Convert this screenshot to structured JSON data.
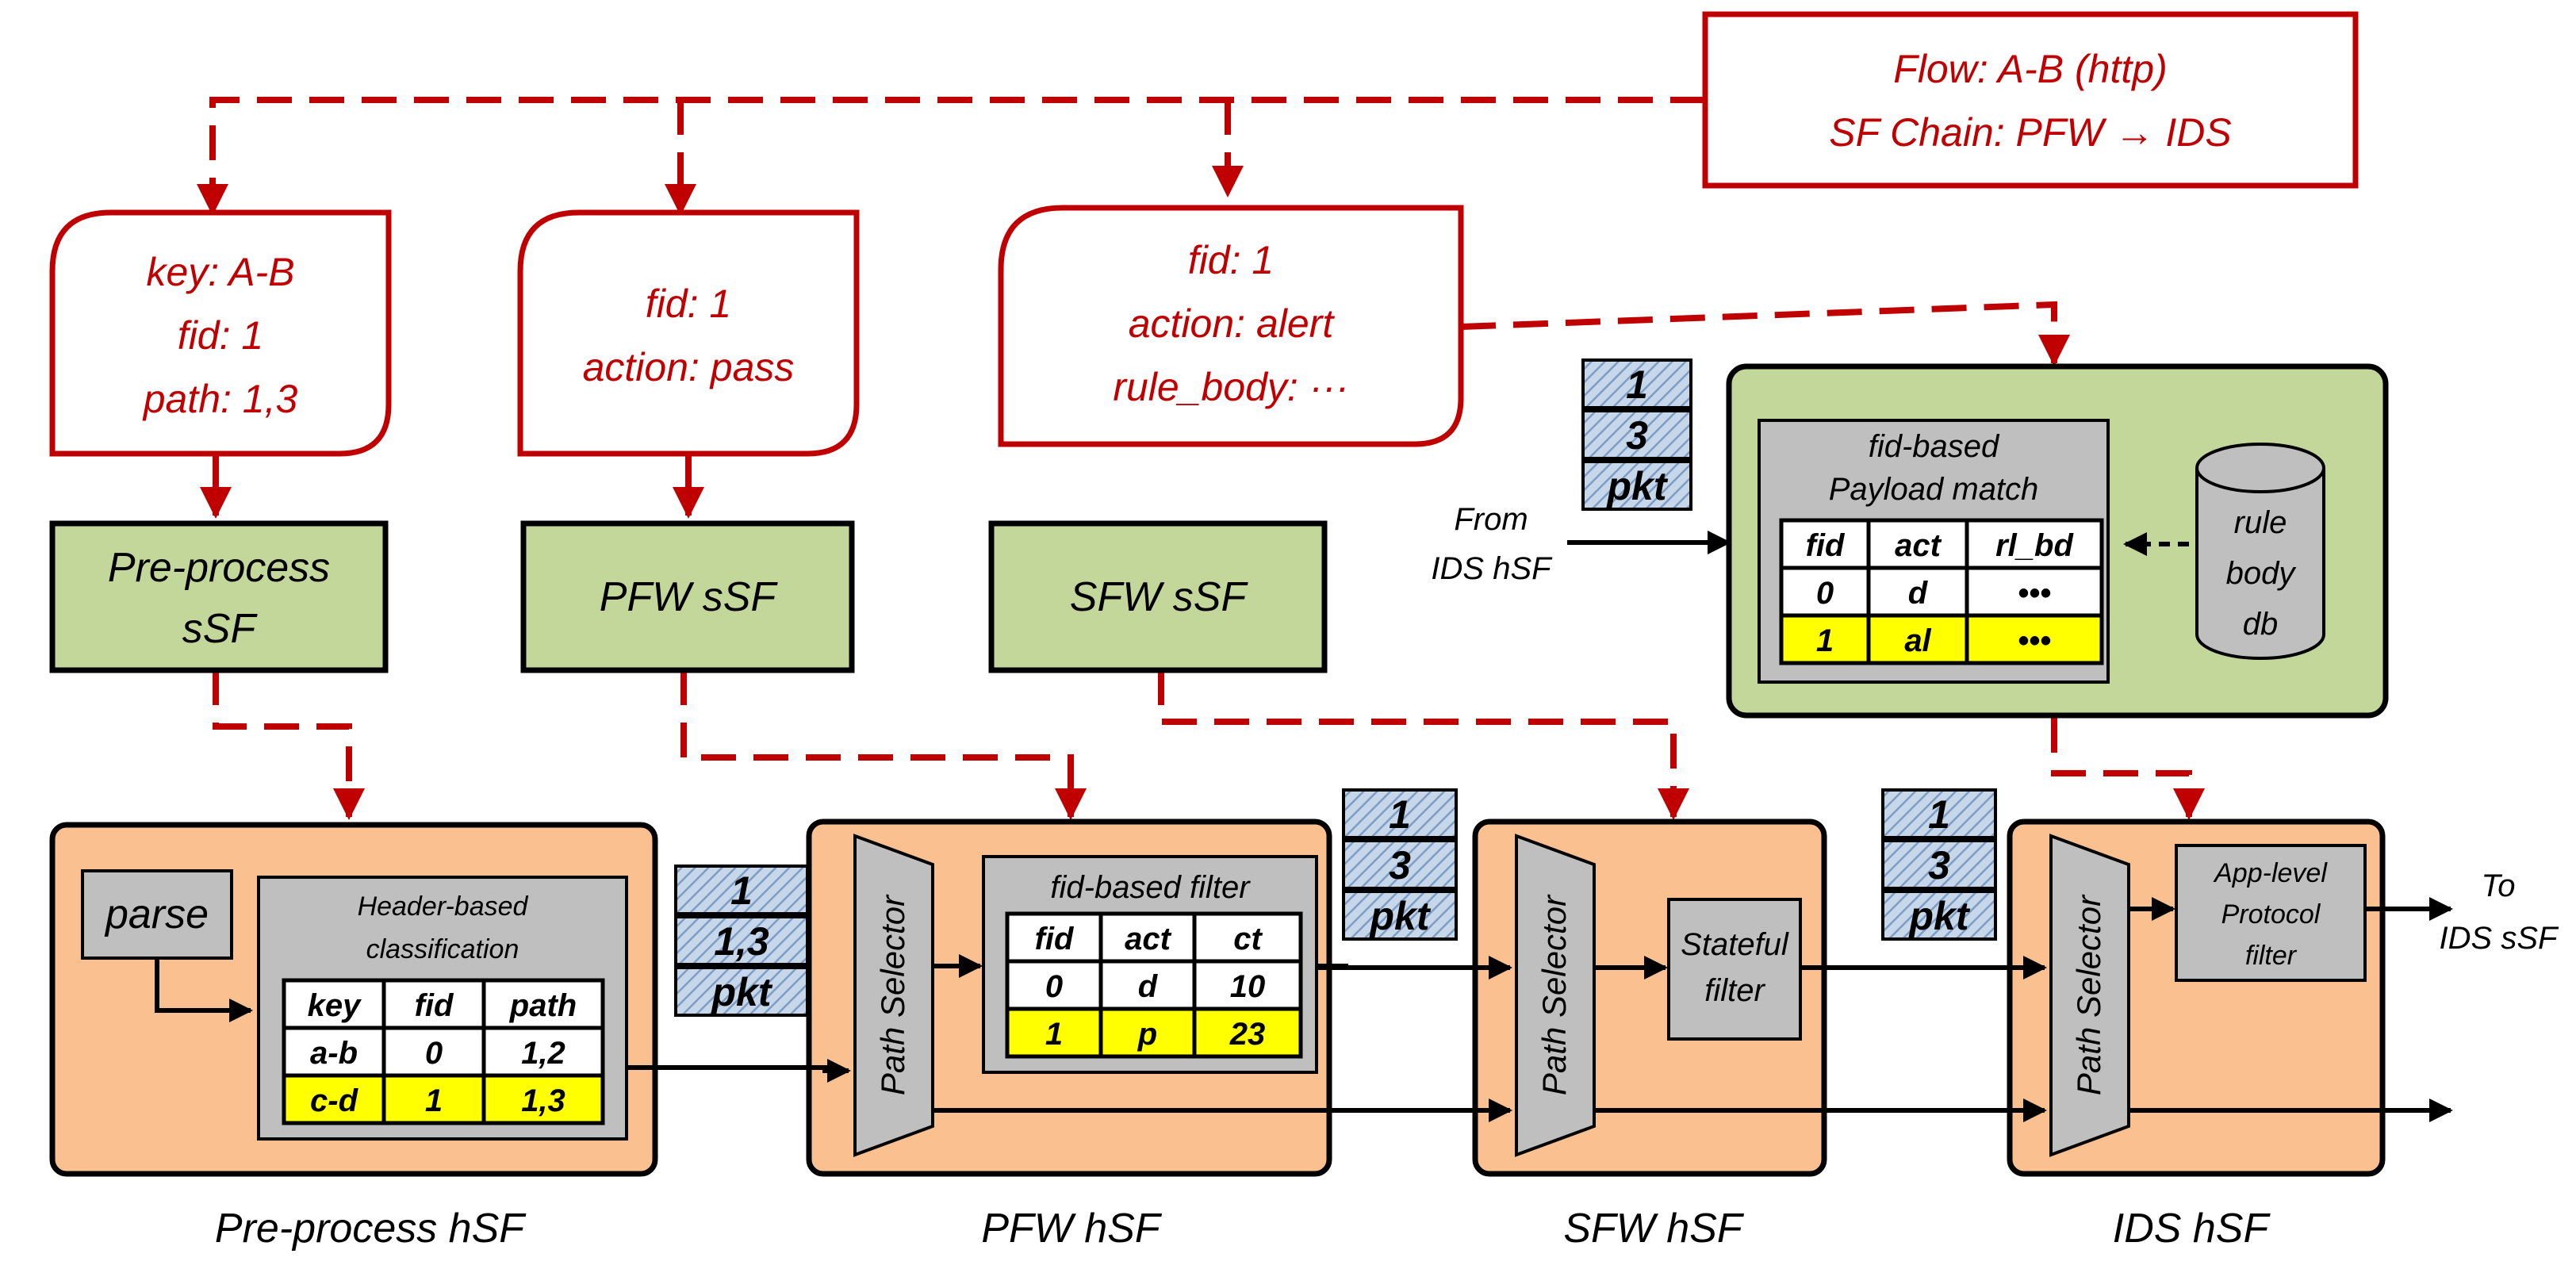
{
  "flow_box": {
    "line1": "Flow: A-B (http)",
    "line2": "SF Chain: PFW → IDS"
  },
  "tags": {
    "preprocess": [
      "key: A-B",
      "fid: 1",
      "path: 1,3"
    ],
    "pfw": [
      "fid: 1",
      "action: pass"
    ],
    "ids": [
      "fid: 1",
      "action: alert",
      "rule_body: ···"
    ]
  },
  "ssf": {
    "preprocess": [
      "Pre-process",
      "sSF"
    ],
    "pfw": "PFW sSF",
    "sfw": "SFW sSF"
  },
  "ids_ssf": {
    "title": [
      "fid-based",
      "Payload match"
    ],
    "headers": [
      "fid",
      "act",
      "rl_bd"
    ],
    "rows": [
      [
        "0",
        "d",
        "•••"
      ],
      [
        "1",
        "al",
        "•••"
      ]
    ],
    "db_label": [
      "rule",
      "body",
      "db"
    ],
    "from_label": [
      "From",
      "IDS hSF"
    ]
  },
  "stacks": {
    "top": [
      "1",
      "3",
      "pkt"
    ],
    "pre_to_pfw": [
      "1",
      "1,3",
      "pkt"
    ],
    "pfw_to_sfw": [
      "1",
      "3",
      "pkt"
    ],
    "sfw_to_ids": [
      "1",
      "3",
      "pkt"
    ]
  },
  "preprocess_hsf": {
    "parse": "parse",
    "title": [
      "Header-based",
      "classification"
    ],
    "headers": [
      "key",
      "fid",
      "path"
    ],
    "rows": [
      [
        "a-b",
        "0",
        "1,2"
      ],
      [
        "c-d",
        "1",
        "1,3"
      ]
    ],
    "label": "Pre-process hSF"
  },
  "pfw_hsf": {
    "path_selector": "Path Selector",
    "title": "fid-based filter",
    "headers": [
      "fid",
      "act",
      "ct"
    ],
    "rows": [
      [
        "0",
        "d",
        "10"
      ],
      [
        "1",
        "p",
        "23"
      ]
    ],
    "label": "PFW hSF"
  },
  "sfw_hsf": {
    "path_selector": "Path Selector",
    "filter": [
      "Stateful",
      "filter"
    ],
    "label": "SFW hSF"
  },
  "ids_hsf": {
    "path_selector": "Path Selector",
    "filter": [
      "App-level",
      "Protocol",
      "filter"
    ],
    "label": "IDS hSF",
    "to_label": [
      "To",
      "IDS sSF"
    ]
  },
  "colors": {
    "red": "#c00000",
    "green_fill": "#c4d79b",
    "orange_fill": "#fac090",
    "gray_fill": "#bfbfbf",
    "highlight": "#ffff00",
    "stack_fill": "#b8cce4"
  }
}
